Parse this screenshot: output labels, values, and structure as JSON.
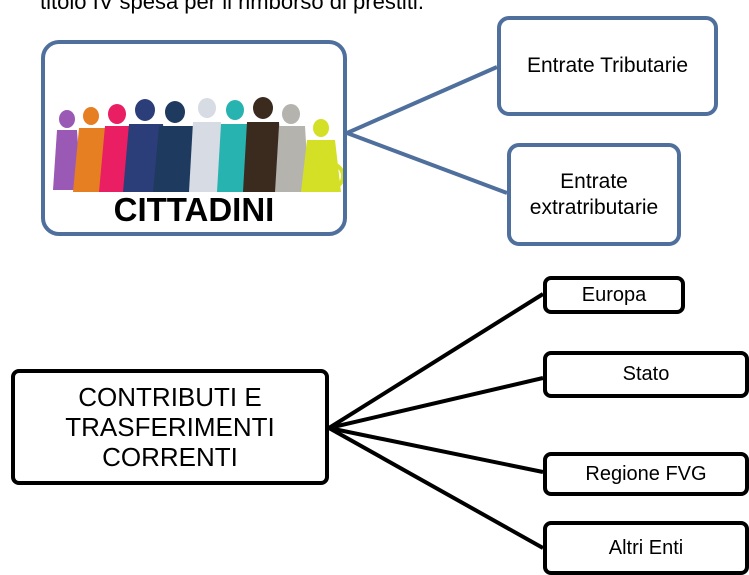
{
  "header_fragment": "titolo IV spesa per il rimborso di prestiti.",
  "top_group": {
    "source": "CITTADINI",
    "targets": [
      "Entrate Tributarie",
      "Entrate extratributarie"
    ]
  },
  "bottom_group": {
    "source_lines": [
      "CONTRIBUTI E",
      "TRASFERIMENTI",
      "CORRENTI"
    ],
    "targets": [
      "Europa",
      "Stato",
      "Regione FVG",
      "Altri Enti"
    ]
  },
  "colors": {
    "blue_border": "#4f6f9d",
    "black_border": "#000000",
    "background": "#ffffff"
  }
}
